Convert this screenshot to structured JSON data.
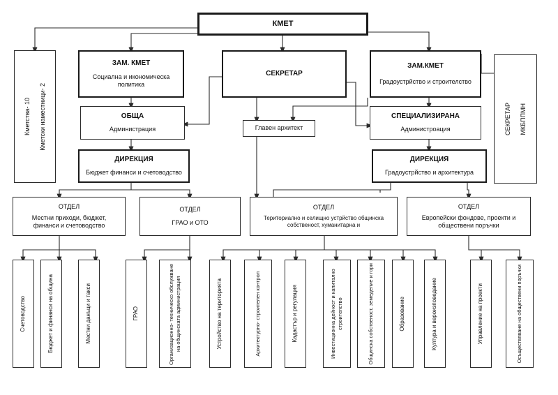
{
  "document": {
    "title": "КМЕТ",
    "language": "bg",
    "type": "organizational-structure-chart"
  },
  "nodes": {
    "mayor": {
      "title": "КМЕТ"
    },
    "left_column": {
      "line1": "Кметства- 10",
      "line2": "Кметски наместници- 2"
    },
    "right_column": {
      "line1": "СЕКРЕТАР",
      "line2": "МКБППМН"
    },
    "deputy_social": {
      "title": "ЗАМ. КМЕТ",
      "subtitle": "Социална и икономическа политика"
    },
    "secretary": {
      "title": "СЕКРЕТАР",
      "subtitle": ""
    },
    "deputy_urban": {
      "title": "ЗАМ.КМЕТ",
      "subtitle": "Градоустрйство и строителство"
    },
    "general_admin": {
      "title": "ОБЩА",
      "subtitle": "Администрация"
    },
    "chief_architect": {
      "title": "Главен архитект"
    },
    "specialized_admin": {
      "title": "СПЕЦИАЛИЗИРАНА",
      "subtitle": "Администроация"
    },
    "directorate_finance": {
      "title": "ДИРЕКЦИЯ",
      "subtitle": "Бюджет финанси и счетоводство"
    },
    "directorate_urban": {
      "title": "ДИРЕКЦИЯ",
      "subtitle": "Градоустрйство и архитектура"
    }
  },
  "departments": [
    {
      "title": "ОТДЕЛ",
      "subtitle": "Местни приходи, бюджет, финанси и счетоводство"
    },
    {
      "title": "ОТДЕЛ",
      "subtitle": "ГРАО и ОТО"
    },
    {
      "title": "ОТДЕЛ",
      "subtitle": "Териториално и селищно устрйство общинска собственост, хуманитарна и"
    },
    {
      "title": "ОТДЕЛ",
      "subtitle": "Европейски фондове, проекти и обществени поръчки"
    }
  ],
  "units": [
    {
      "label": "Счетоводство"
    },
    {
      "label": "Бюджет и финанси на община"
    },
    {
      "label": "Местни данъци и такси"
    },
    {
      "label": "ГРАО"
    },
    {
      "label": "Организационно- техническо обслужване на общинската администрация"
    },
    {
      "label": "Устройство  на територията"
    },
    {
      "label": "Архитектурно- строителен контрол"
    },
    {
      "label": "Кадастър и регулация"
    },
    {
      "label": "Инвестиционна дейност и капитално строителство"
    },
    {
      "label": "Общинска собственост, земеделие  и гори"
    },
    {
      "label": "Образование"
    },
    {
      "label": "Култура и  вероизповедание"
    },
    {
      "label": "Управление на проекти"
    },
    {
      "label": "Осъществяване на обществени поръчки"
    }
  ],
  "colors": {
    "line": "#2b2b2b",
    "box_border": "#2b2b2b",
    "emphasis_border": "#1a1a1a",
    "background": "#ffffff"
  }
}
